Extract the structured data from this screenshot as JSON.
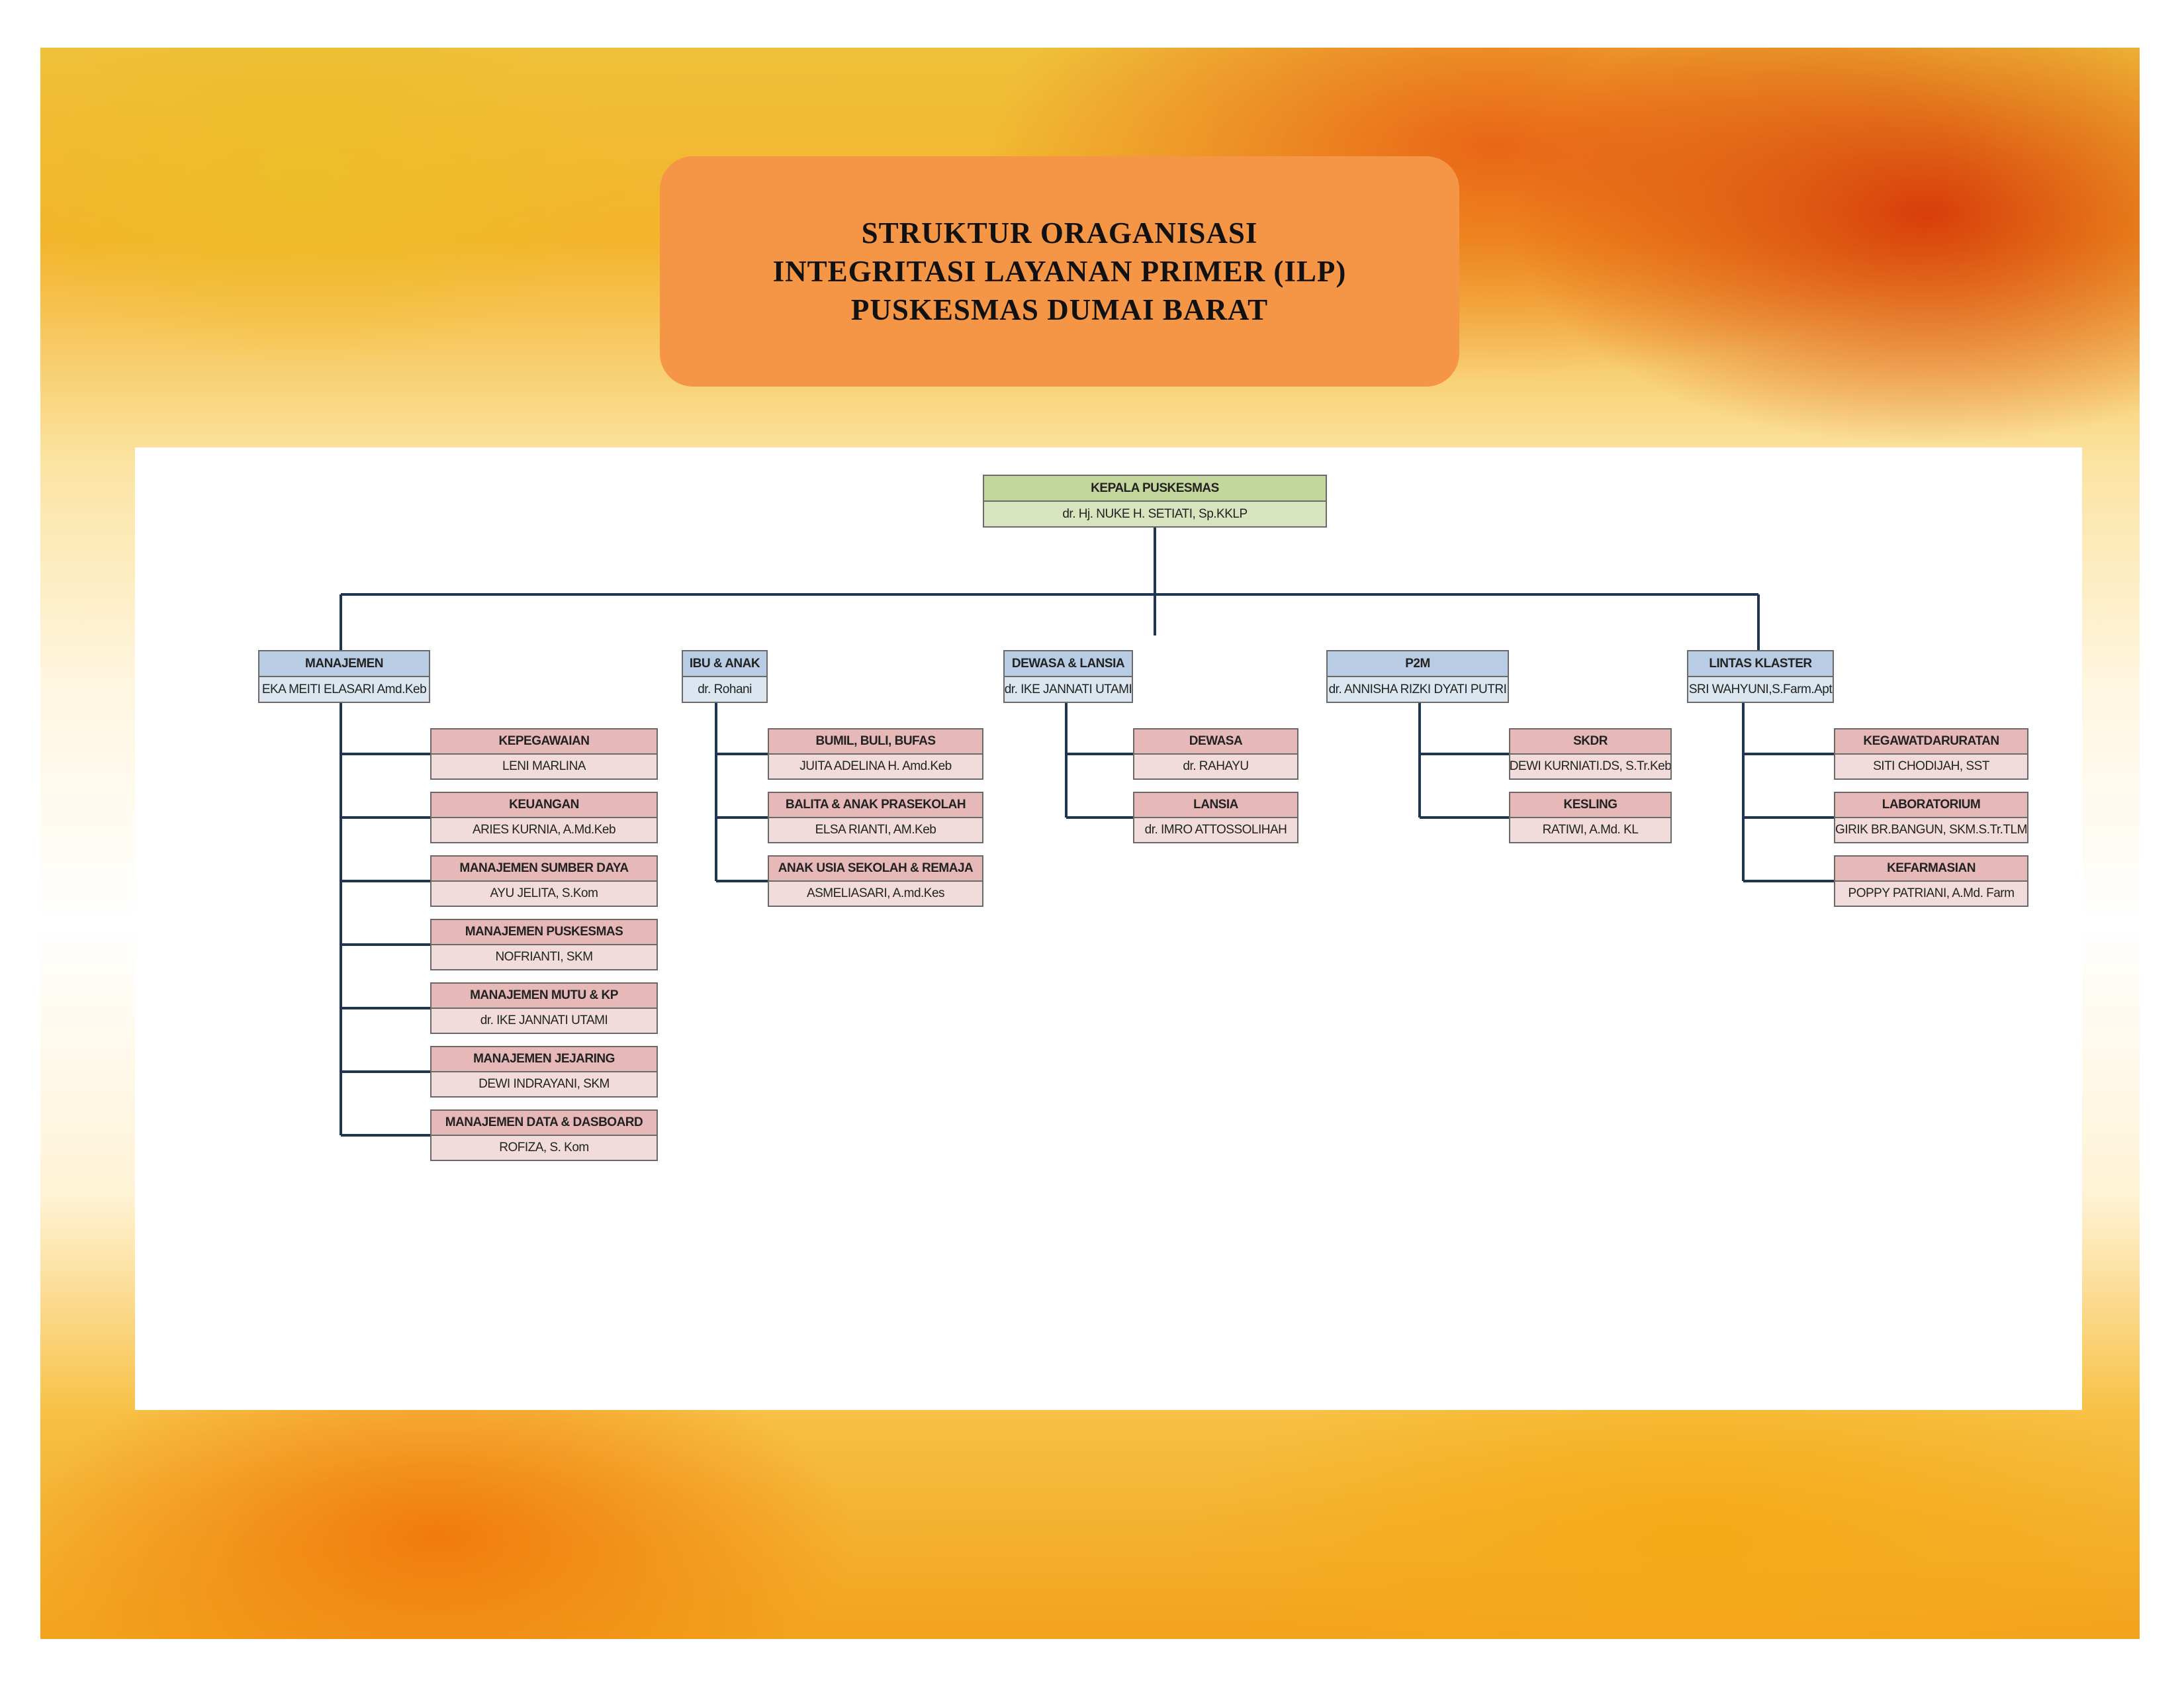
{
  "title": {
    "lines": [
      "STRUKTUR ORAGANISASI",
      "INTEGRITASI LAYANAN PRIMER (ILP)",
      "PUSKESMAS DUMAI BARAT"
    ]
  },
  "org": {
    "head": {
      "title": "KEPALA PUSKESMAS",
      "name": "dr. Hj. NUKE H. SETIATI, Sp.KKLP"
    },
    "clusters": [
      {
        "title": "MANAJEMEN",
        "name": "EKA MEITI ELASARI Amd.Keb",
        "units": [
          {
            "title": "KEPEGAWAIAN",
            "name": "LENI MARLINA"
          },
          {
            "title": "KEUANGAN",
            "name": "ARIES KURNIA, A.Md.Keb"
          },
          {
            "title": "MANAJEMEN SUMBER DAYA",
            "name": "AYU JELITA, S.Kom"
          },
          {
            "title": "MANAJEMEN PUSKESMAS",
            "name": "NOFRIANTI, SKM"
          },
          {
            "title": "MANAJEMEN MUTU & KP",
            "name": "dr. IKE JANNATI UTAMI"
          },
          {
            "title": "MANAJEMEN JEJARING",
            "name": "DEWI INDRAYANI, SKM"
          },
          {
            "title": "MANAJEMEN DATA & DASBOARD",
            "name": "ROFIZA, S. Kom"
          }
        ]
      },
      {
        "title": "IBU & ANAK",
        "name": "dr. Rohani",
        "units": [
          {
            "title": "BUMIL, BULI, BUFAS",
            "name": "JUITA ADELINA H. Amd.Keb"
          },
          {
            "title": "BALITA & ANAK PRASEKOLAH",
            "name": "ELSA RIANTI, AM.Keb"
          },
          {
            "title": "ANAK USIA SEKOLAH & REMAJA",
            "name": "ASMELIASARI, A.md.Kes"
          }
        ]
      },
      {
        "title": "DEWASA & LANSIA",
        "name": "dr. IKE JANNATI UTAMI",
        "units": [
          {
            "title": "DEWASA",
            "name": "dr. RAHAYU"
          },
          {
            "title": "LANSIA",
            "name": "dr. IMRO ATTOSSOLIHAH"
          }
        ]
      },
      {
        "title": "P2M",
        "name": "dr.  ANNISHA RIZKI DYATI PUTRI",
        "units": [
          {
            "title": "SKDR",
            "name": "DEWI KURNIATI.DS, S.Tr.Keb"
          },
          {
            "title": "KESLING",
            "name": "RATIWI, A.Md. KL"
          }
        ]
      },
      {
        "title": "LINTAS KLASTER",
        "name": "SRI WAHYUNI,S.Farm.Apt",
        "units": [
          {
            "title": "KEGAWATDARURATAN",
            "name": "SITI CHODIJAH, SST"
          },
          {
            "title": "LABORATORIUM",
            "name": "GIRIK BR.BANGUN, SKM.S.Tr.TLM"
          },
          {
            "title": "KEFARMASIAN",
            "name": "POPPY PATRIANI, A.Md. Farm"
          }
        ]
      }
    ]
  },
  "colors": {
    "head_title_bg": "#c3d69b",
    "head_name_bg": "#d7e4bd",
    "cluster_title_bg": "#b8cce4",
    "cluster_name_bg": "#dce6f1",
    "unit_title_bg": "#e6b9b8",
    "unit_name_bg": "#f2dcdb",
    "connector": "#1f3550",
    "title_box_bg": "#f59646"
  }
}
